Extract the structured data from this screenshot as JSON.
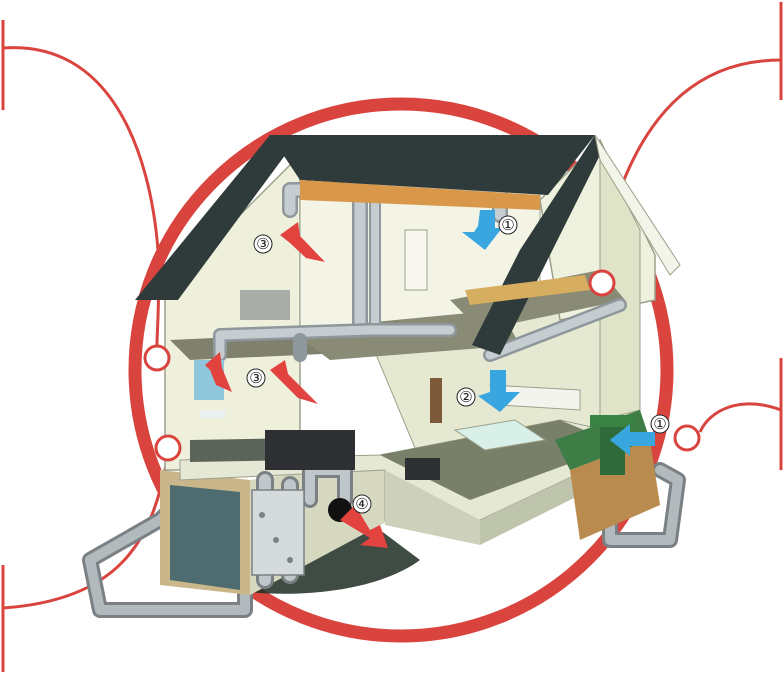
{
  "colors": {
    "accent_red": "#d9443f",
    "roof": "#2e3b3a",
    "wall": "#eef0dc",
    "floor": "#7f806d",
    "duct": "#b9c2c6",
    "cold_arrow": "#3aa6e0",
    "warm_arrow": "#e2433f",
    "ground_pipe": "#8d9396",
    "grass": "#2f6b3a"
  },
  "icons": [
    "hotspot-circle-icon",
    "cold-air-arrow-icon",
    "warm-air-arrow-icon"
  ],
  "markers": {
    "fresh_air_intake_roof": "①",
    "fresh_air_intake_ground": "①",
    "supply_air": "②",
    "extract_air_attic": "③",
    "extract_air_bath": "③",
    "exhaust_air": "④"
  }
}
